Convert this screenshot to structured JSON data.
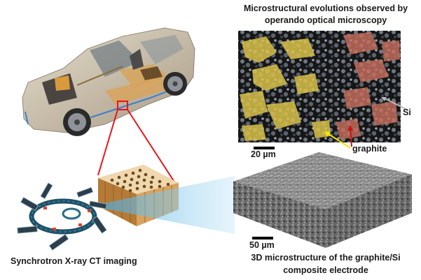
{
  "optical_panel": {
    "title_line1": "Microstructural evolutions observed by",
    "title_line2": "operando optical microscopy",
    "scale_label": "20 µm",
    "label_si": "Si",
    "label_graphite": "graphite",
    "colors": {
      "lithiated_gold": "#d9c24a",
      "partial_red": "#c9705e",
      "si_gray": "#8a94a0",
      "background": "#141414"
    }
  },
  "ct_panel": {
    "scale_label": "50 µm",
    "caption_line1": "3D microstructure of the graphite/Si",
    "caption_line2": "composite electrode"
  },
  "synchrotron": {
    "caption": "Synchrotron X-ray CT imaging"
  },
  "vehicle": {
    "highlight_color": "#e8141c",
    "body_color": "#cbbfa8",
    "battery_color": "#d9a35a"
  },
  "beam": {
    "color": "#9fd3ee"
  }
}
